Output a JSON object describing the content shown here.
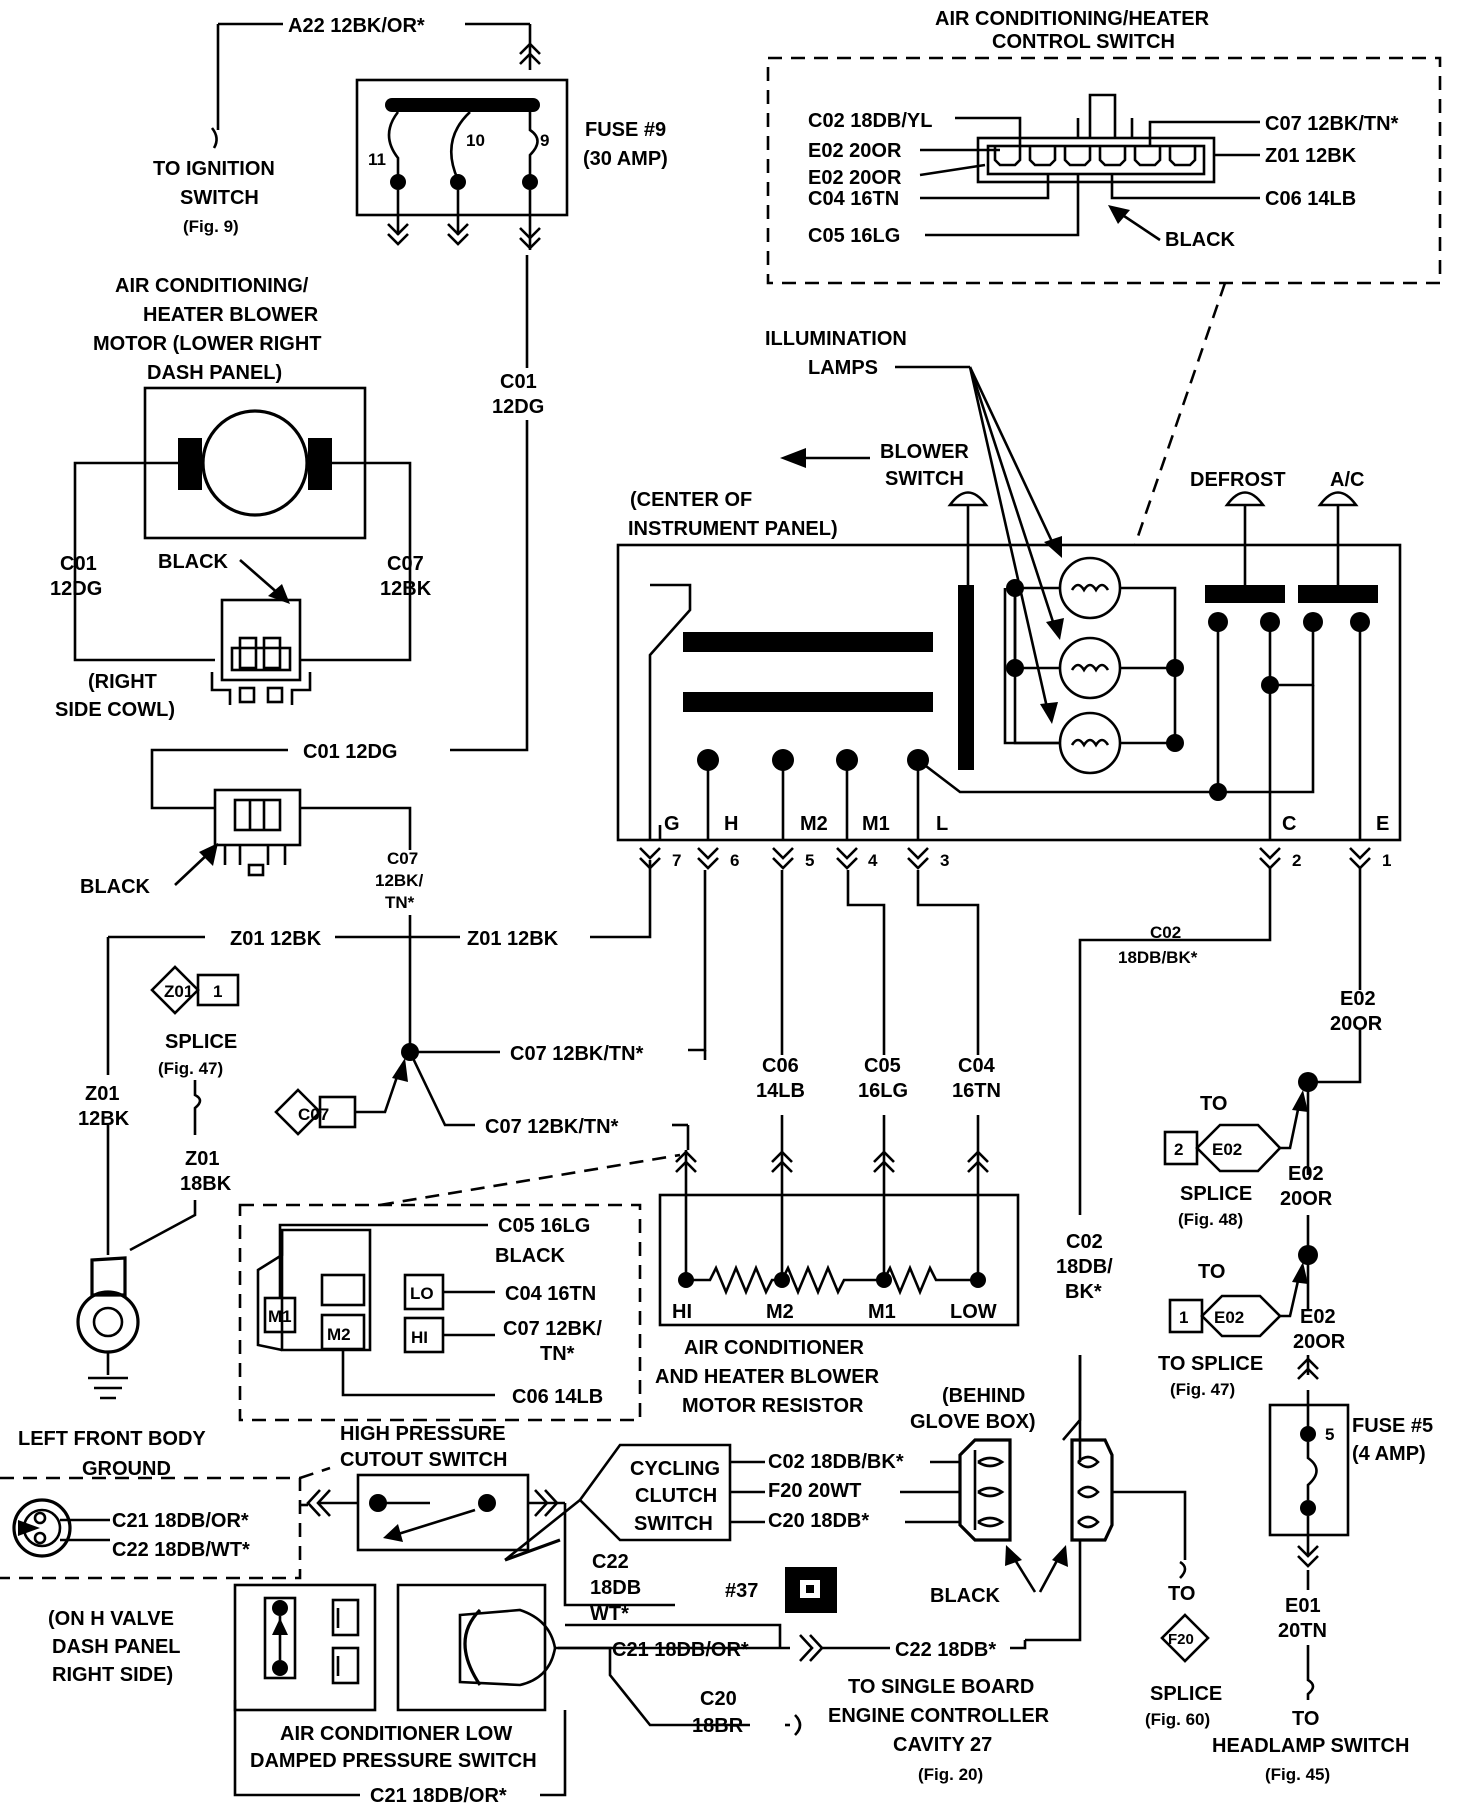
{
  "labels": {
    "a22_wire": "A22 12BK/OR*",
    "to_ignition_1": "TO IGNITION",
    "to_ignition_2": "SWITCH",
    "to_ignition_3": "(Fig. 9)",
    "fuse9_1": "FUSE #9",
    "fuse9_2": "(30 AMP)",
    "fuse_pin_11": "11",
    "fuse_pin_10": "10",
    "fuse_pin_9": "9",
    "c01_vert_1": "C01",
    "c01_vert_2": "12DG",
    "blower_motor_1": "AIR CONDITIONING/",
    "blower_motor_2": "HEATER BLOWER",
    "blower_motor_3": "MOTOR (LOWER RIGHT",
    "blower_motor_4": "DASH PANEL)",
    "motor_c01_1": "C01",
    "motor_c01_2": "12DG",
    "motor_c07_1": "C07",
    "motor_c07_2": "12BK",
    "black_1": "BLACK",
    "right_cowl_1": "(RIGHT",
    "right_cowl_2": "SIDE COWL)",
    "c01_horiz": "C01   12DG",
    "black_2": "BLACK",
    "c07_vert_1": "C07",
    "c07_vert_2": "12BK/",
    "c07_vert_3": "TN*",
    "z01_a": "Z01   12BK",
    "z01_b": "Z01   12BK",
    "z01_tag": "Z01",
    "z01_tag_num": "1",
    "splice_47_1": "SPLICE",
    "splice_47_2": "(Fig. 47)",
    "z01_vert_1": "Z01",
    "z01_vert_2": "12BK",
    "z01_vert_3": "Z01",
    "z01_vert_4": "18BK",
    "c07_tag": "C07",
    "c07_wire_1": "C07 12BK/TN*",
    "c07_wire_2": "C07 12BK/TN*",
    "left_ground_1": "LEFT FRONT BODY",
    "left_ground_2": "GROUND",
    "hp_switch_1": "HIGH PRESSURE",
    "hp_switch_2": "CUTOUT SWITCH",
    "c21_or": "C21 18DB/OR*",
    "c22_wt": "C22 18DB/WT*",
    "h_valve_1": "(ON H VALVE",
    "h_valve_2": "DASH PANEL",
    "h_valve_3": "RIGHT SIDE)",
    "low_switch_1": "AIR CONDITIONER LOW",
    "low_switch_2": "DAMPED PRESSURE SWITCH",
    "c21_bottom": "C21 18DB/OR*",
    "c22_1": "C22",
    "c22_2": "18DB",
    "c22_3": "WT*",
    "ref_37": "#37",
    "c21_mid": "C21 18DB/OR*",
    "c22_db": "C22 18DB*",
    "c20_1": "C20",
    "c20_2": "18BR",
    "sbec_1": "TO SINGLE BOARD",
    "sbec_2": "ENGINE CONTROLLER",
    "sbec_3": "CAVITY 27",
    "sbec_4": "(Fig. 20)",
    "clutch_1": "CYCLING",
    "clutch_2": "CLUTCH",
    "clutch_3": "SWITCH",
    "clutch_c02": "C02 18DB/BK*",
    "clutch_f20": "F20 20WT",
    "clutch_c20": "C20 18DB*",
    "glove_1": "(BEHIND",
    "glove_2": "GLOVE BOX)",
    "black_3": "BLACK",
    "to_1": "TO",
    "f20_tag": "F20",
    "splice_60_1": "SPLICE",
    "splice_60_2": "(Fig. 60)",
    "res_c05": "C05 16LG",
    "res_black": "BLACK",
    "res_c04": "C04 16TN",
    "res_c07_1": "C07 12BK/",
    "res_c07_2": "TN*",
    "res_c06": "C06 14LB",
    "res_m1": "M1",
    "res_m2": "M2",
    "res_lo": "LO",
    "res_hi": "HI",
    "resistor_hi": "HI",
    "resistor_m2": "M2",
    "resistor_m1": "M1",
    "resistor_low": "LOW",
    "resistor_1": "AIR CONDITIONER",
    "resistor_2": "AND HEATER BLOWER",
    "resistor_3": "MOTOR RESISTOR",
    "c06_1": "C06",
    "c06_2": "14LB",
    "c05_1": "C05",
    "c05_2": "16LG",
    "c04_1": "C04",
    "c04_2": "16TN",
    "c02_vert_1": "C02",
    "c02_vert_2": "18DB/",
    "c02_vert_3": "BK*",
    "c02_top_1": "C02",
    "c02_top_2": "18DB/BK*",
    "e02_1": "E02",
    "e02_2": "20OR",
    "e02_3": "E02",
    "e02_4": "20OR",
    "e02_5": "E02",
    "e02_6": "20OR",
    "to_2": "TO",
    "e02_tag_a": "E02",
    "e02_tag_a_num": "2",
    "splice_48_1": "SPLICE",
    "splice_48_2": "(Fig. 48)",
    "to_3": "TO",
    "e02_tag_b": "E02",
    "e02_tag_b_num": "1",
    "splice_47b_1": "TO SPLICE",
    "splice_47b_2": "(Fig. 47)",
    "fuse5_1": "FUSE #5",
    "fuse5_2": "(4 AMP)",
    "fuse5_pin": "5",
    "e01_1": "E01",
    "e01_2": "20TN",
    "headlamp_1": "TO",
    "headlamp_2": "HEADLAMP SWITCH",
    "headlamp_3": "(Fig. 45)",
    "center_panel_1": "(CENTER OF",
    "center_panel_2": "INSTRUMENT PANEL)",
    "blower_sw_1": "BLOWER",
    "blower_sw_2": "SWITCH",
    "illum_1": "ILLUMINATION",
    "illum_2": "LAMPS",
    "defrost": "DEFROST",
    "ac": "A/C",
    "pin_g": "G",
    "pin_h": "H",
    "pin_m2": "M2",
    "pin_m1": "M1",
    "pin_l": "L",
    "pin_c": "C",
    "pin_e": "E",
    "cav_7": "7",
    "cav_6": "6",
    "cav_5": "5",
    "cav_4": "4",
    "cav_3": "3",
    "cav_2": "2",
    "cav_1": "1",
    "ctrl_title_1": "AIR CONDITIONING/HEATER",
    "ctrl_title_2": "CONTROL SWITCH",
    "ctrl_c02": "C02 18DB/YL",
    "ctrl_e02a": "E02 20OR",
    "ctrl_e02b": "E02 20OR",
    "ctrl_c04": "C04 16TN",
    "ctrl_c05": "C05 16LG",
    "ctrl_c07": "C07 12BK/TN*",
    "ctrl_z01": "Z01 12BK",
    "ctrl_c06": "C06 14LB",
    "ctrl_black": "BLACK"
  }
}
